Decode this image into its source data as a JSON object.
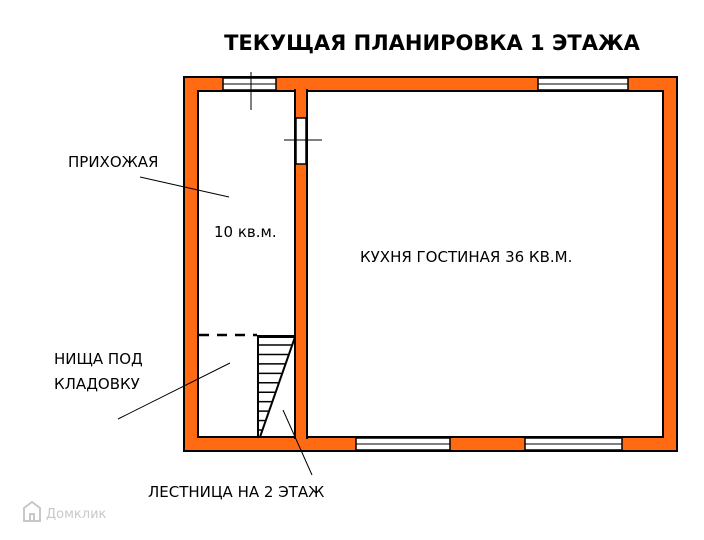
{
  "title": "ТЕКУЩАЯ ПЛАНИРОВКА 1 ЭТАЖА",
  "labels": {
    "hallway": "ПРИХОЖАЯ",
    "hallway_area": "10 кв.м.",
    "kitchen_living": "КУХНЯ ГОСТИНАЯ 36 КВ.М.",
    "storage_line1": "НИЩА ПОД",
    "storage_line2": "КЛАДОВКУ",
    "stairs": "ЛЕСТНИЦА НА 2 ЭТАЖ"
  },
  "watermark": "Домклик",
  "colors": {
    "wall_fill": "#ff6a13",
    "wall_stroke": "#000000",
    "window_fill": "#ffffff",
    "text": "#000000",
    "watermark": "#c8c8c8"
  }
}
